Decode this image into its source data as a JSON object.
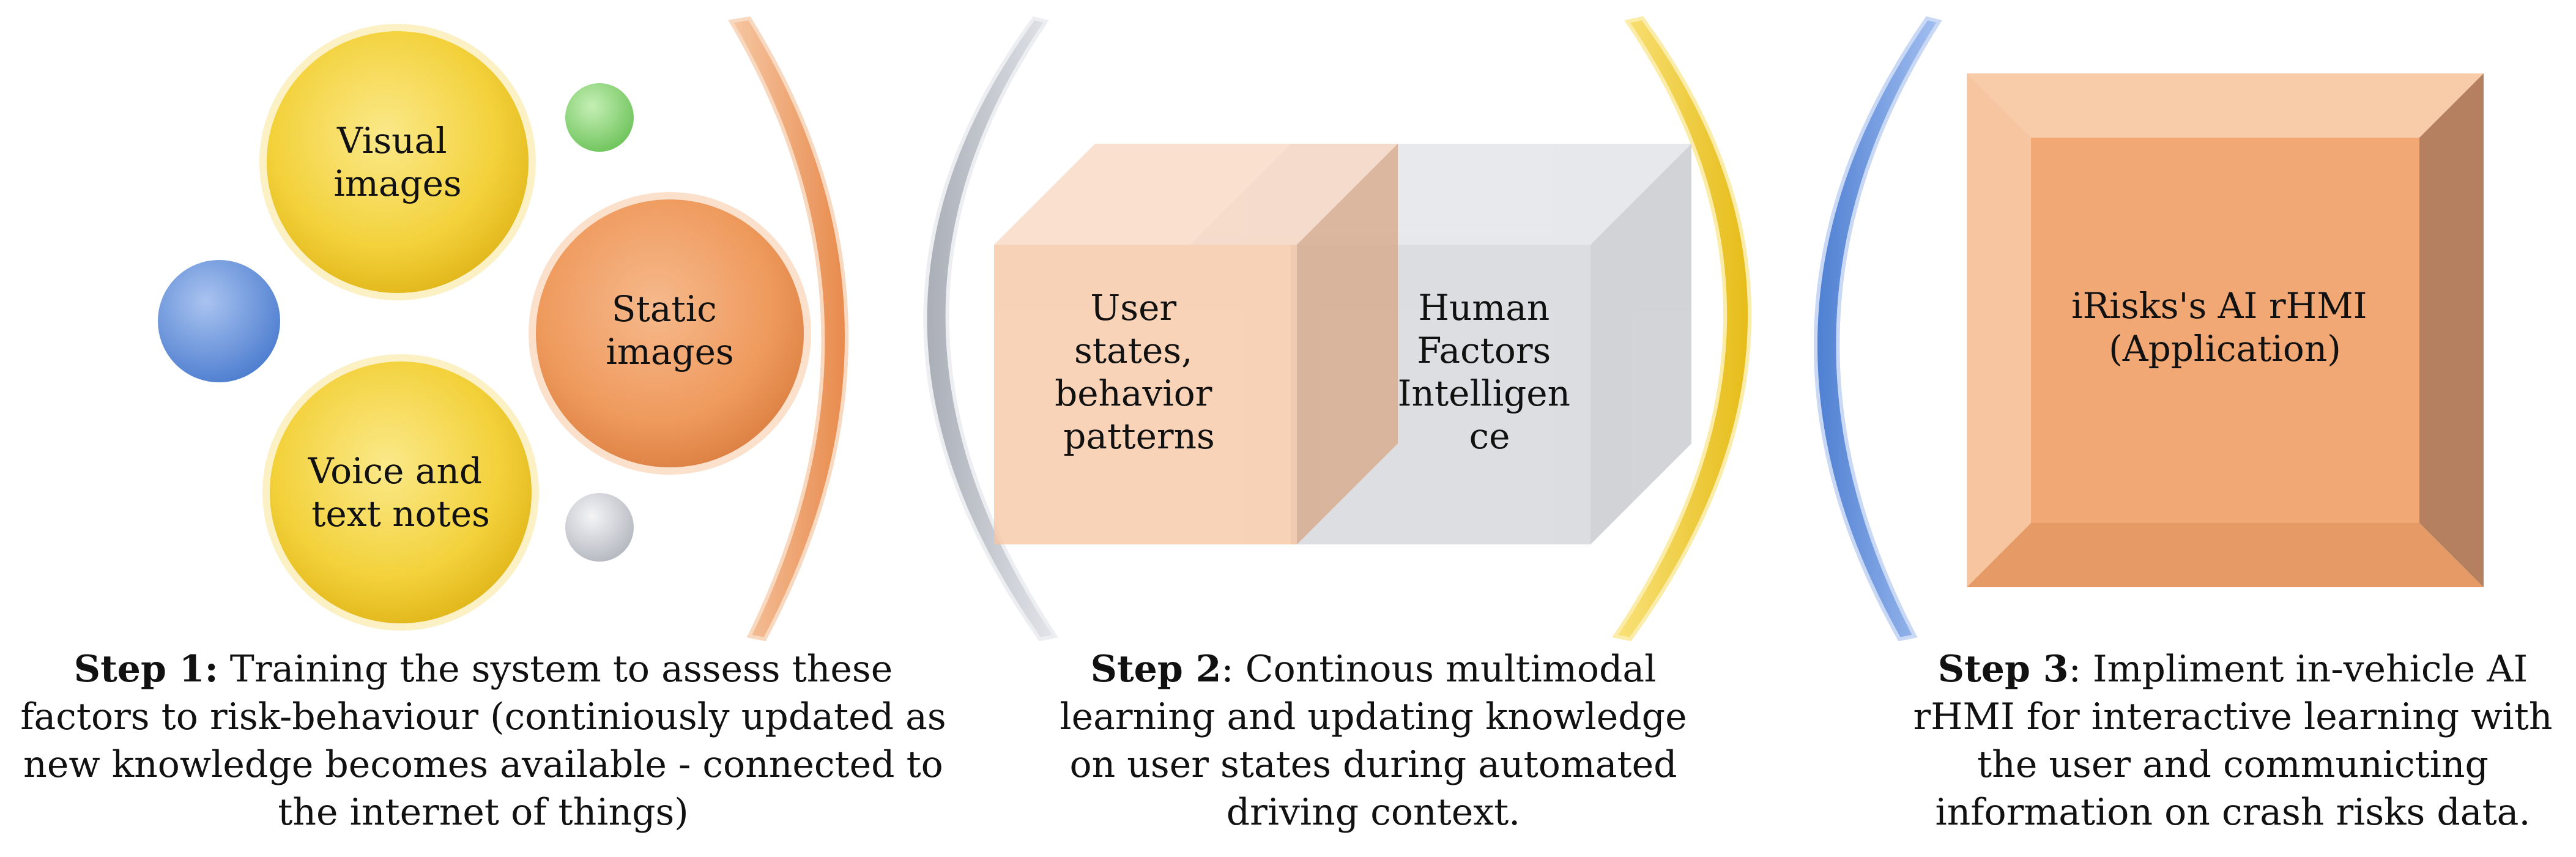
{
  "step1": {
    "bubbles": [
      {
        "label_lines": [
          "Visual",
          "images"
        ]
      },
      {
        "label_lines": [
          "Static",
          "images"
        ]
      },
      {
        "label_lines": [
          "Voice and",
          "text notes"
        ]
      }
    ],
    "caption_title": "Step 1",
    "caption_colon": ":",
    "caption_text": " Training the system to assess these factors to risk-behaviour (continiously updated as new knowledge becomes available - connected to the internet of things)"
  },
  "step2": {
    "front_label_lines": [
      "User",
      "states,",
      "behavior",
      "patterns"
    ],
    "back_label_lines": [
      "Human",
      "Factors",
      "Intelligen",
      "ce"
    ],
    "caption_title": "Step 2",
    "caption_colon": ":",
    "caption_text": " Continous multimodal learning and updating knowledge on user states during automated driving context."
  },
  "step3": {
    "label_lines": [
      "iRisks's AI rHMI",
      "(Application)"
    ],
    "caption_title": "Step 3",
    "caption_colon": ":",
    "caption_text": " Impliment in-vehicle AI rHMI for interactive learning with the user and communicting information on crash risks data."
  },
  "colors": {
    "yellow": "#f3d13a",
    "orange": "#ef9a5d",
    "green": "#7ccf6b",
    "blue": "#5b8bd6",
    "grey": "#c9ccd4",
    "peach": "#f6c09b",
    "cube_grey": "#d9dadd",
    "frame_orange": "#f2a874",
    "frame_dark": "#b47f60"
  }
}
